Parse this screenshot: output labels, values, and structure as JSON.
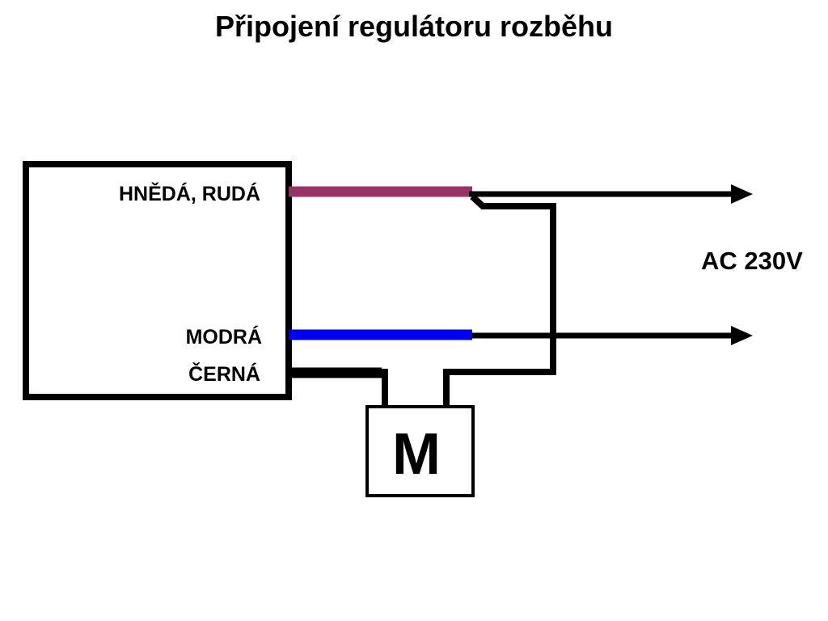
{
  "title": "Připojení regulátoru rozběhu",
  "colors": {
    "brown_red": "#993366",
    "blue": "#0000f0",
    "black": "#000000",
    "background": "#ffffff"
  },
  "regulator": {
    "terminal_labels": [
      "HNĚDÁ, RUDÁ",
      "MODRÁ",
      "ČERNÁ"
    ]
  },
  "supply_label": "AC 230V",
  "motor_label": "M"
}
